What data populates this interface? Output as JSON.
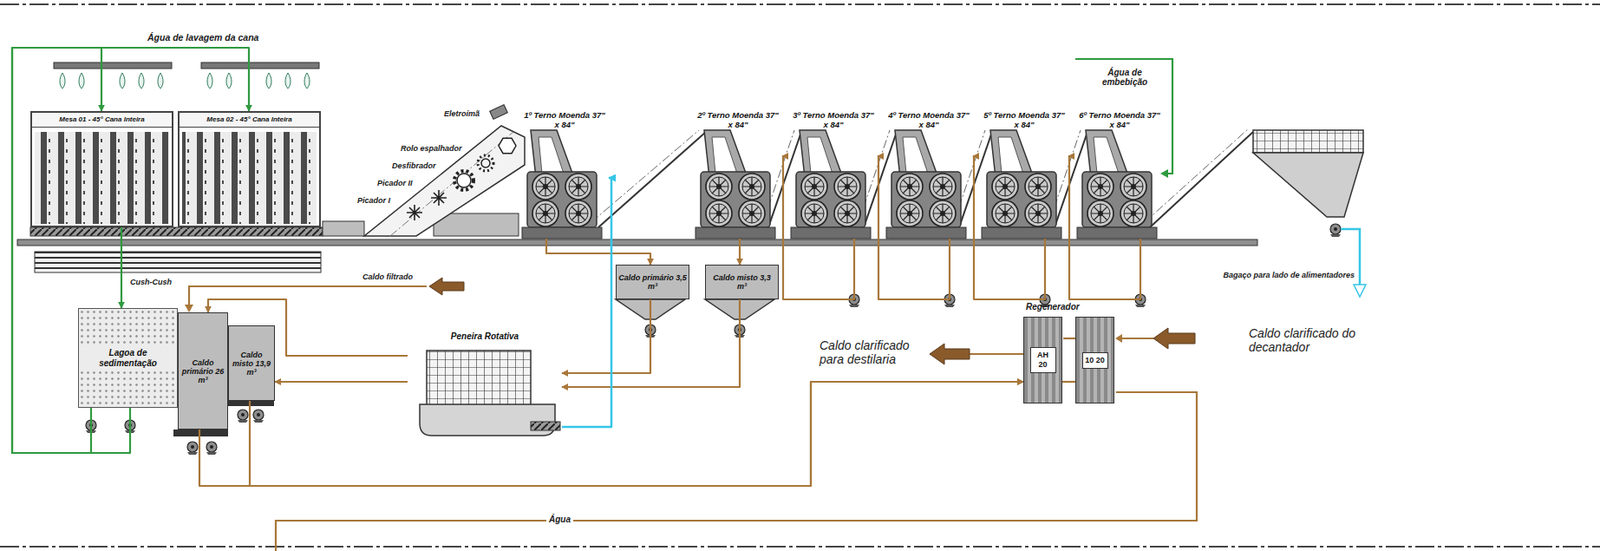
{
  "diagram": {
    "nodes": [
      {
        "text": [
          "Mesa 01 - 45° Cana Inteira"
        ]
      },
      {
        "text": [
          "Mesa 02 - 45° Cana Inteira"
        ]
      },
      {
        "text": [
          "Lagoa de sedimentação"
        ]
      },
      {
        "text": [
          "1º Terno Moenda 37\" x 84\""
        ]
      },
      {
        "text": [
          "2º Terno Moenda 37\" x 84\""
        ]
      },
      {
        "text": [
          "3º Terno Moenda 37\" x 84\""
        ]
      },
      {
        "text": [
          "4º Terno Moenda 37\" x 84\""
        ]
      },
      {
        "text": [
          "5º Terno Moenda 37\" x 84\""
        ]
      },
      {
        "text": [
          "6º Terno Moenda 37\" x 84\""
        ]
      },
      {
        "text": [
          "Caldo primário 3,5 m³"
        ]
      },
      {
        "text": [
          "Caldo misto 3,3 m³"
        ]
      },
      {
        "text": [
          "Peneira Rotativa"
        ]
      },
      {
        "text": [
          "Caldo primário 26 m³"
        ]
      },
      {
        "text": [
          "Caldo misto 13,9 m³"
        ]
      },
      {
        "text": [
          "AH 20"
        ]
      },
      {
        "text": [
          "10 20"
        ]
      }
    ],
    "edges": [
      {
        "from": 2,
        "to": 0,
        "arrow": "to"
      },
      {
        "from": 2,
        "to": 1,
        "arrow": "to"
      },
      {
        "from": 0,
        "to": 2,
        "arrow": "to"
      },
      {
        "from": 3,
        "to": 9,
        "arrow": "to"
      },
      {
        "from": 4,
        "to": 10,
        "arrow": "to"
      },
      {
        "from": 5,
        "to": 4,
        "arrow": "to"
      },
      {
        "from": 6,
        "to": 5,
        "arrow": "to"
      },
      {
        "from": 7,
        "to": 6,
        "arrow": "to"
      },
      {
        "from": 8,
        "to": 7,
        "arrow": "to"
      },
      {
        "from": 9,
        "to": 11,
        "arrow": "to"
      },
      {
        "from": 10,
        "to": 11,
        "arrow": "to"
      },
      {
        "from": 11,
        "to": 12,
        "arrow": "to"
      },
      {
        "from": 11,
        "to": 13,
        "arrow": "to"
      },
      {
        "from": 11,
        "to": 3,
        "arrow": "to"
      },
      {
        "from": 13,
        "to": 14,
        "arrow": "to"
      },
      {
        "from": 12,
        "to": 14,
        "arrow": "to"
      },
      {
        "from": 15,
        "to": 14,
        "arrow": "none"
      }
    ],
    "labels": [
      "Água de lavagem da cana",
      "Cush-Cush",
      "Eletroímã",
      "Rolo espalhador",
      "Desfibrador",
      "Picador II",
      "Picador I",
      "Água de embebição",
      "Bagaço para lado de alimentadores",
      "Caldo filtrado",
      "Regenerador",
      "Caldo clarificado do decantador",
      "Caldo clarificado para destilaria",
      "Água"
    ]
  }
}
